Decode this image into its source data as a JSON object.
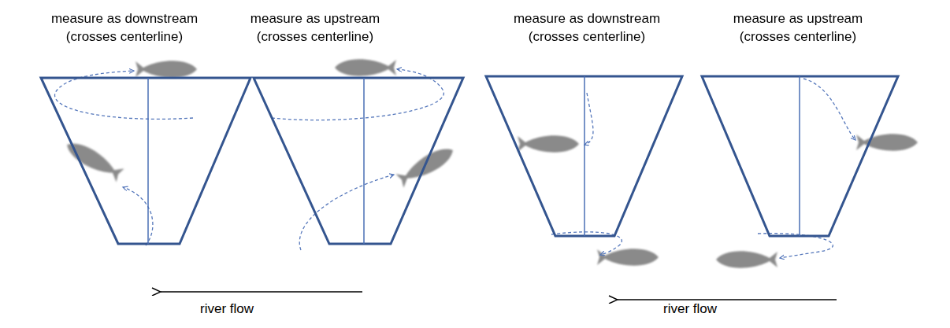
{
  "diagram": {
    "nodes": [
      {
        "text": [
          "measure as downstream (crosses centerline)"
        ]
      },
      {
        "text": [
          "measure as upstream (crosses centerline)"
        ]
      },
      {
        "text": [
          "measure as downstream (crosses centerline)"
        ]
      },
      {
        "text": [
          "measure as upstream (crosses centerline)"
        ]
      }
    ],
    "labels": [
      "river flow",
      "river flow"
    ]
  }
}
